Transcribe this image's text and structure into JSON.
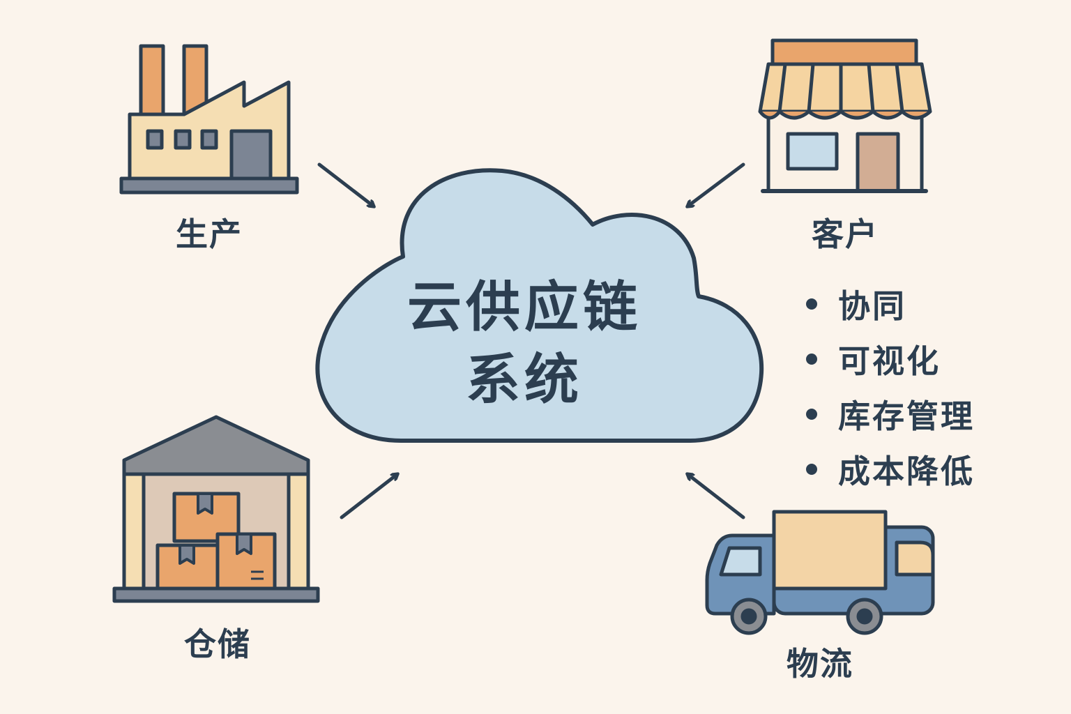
{
  "center": {
    "line1": "云供应链",
    "line2": "系统"
  },
  "nodes": {
    "production": {
      "label": "生产",
      "icon": "factory-icon"
    },
    "customer": {
      "label": "客户",
      "icon": "storefront-icon"
    },
    "warehouse": {
      "label": "仓储",
      "icon": "warehouse-icon"
    },
    "logistics": {
      "label": "物流",
      "icon": "truck-icon"
    }
  },
  "benefits": [
    "协同",
    "可视化",
    "库存管理",
    "成本降低"
  ],
  "colors": {
    "background": "#fbf4ec",
    "outline": "#2c3e50",
    "cloud": "#c7dce9",
    "accent_orange": "#e9a56c",
    "cream": "#f5deb3",
    "truck_blue": "#6f93b8",
    "roof_gray": "#8a8d92"
  }
}
